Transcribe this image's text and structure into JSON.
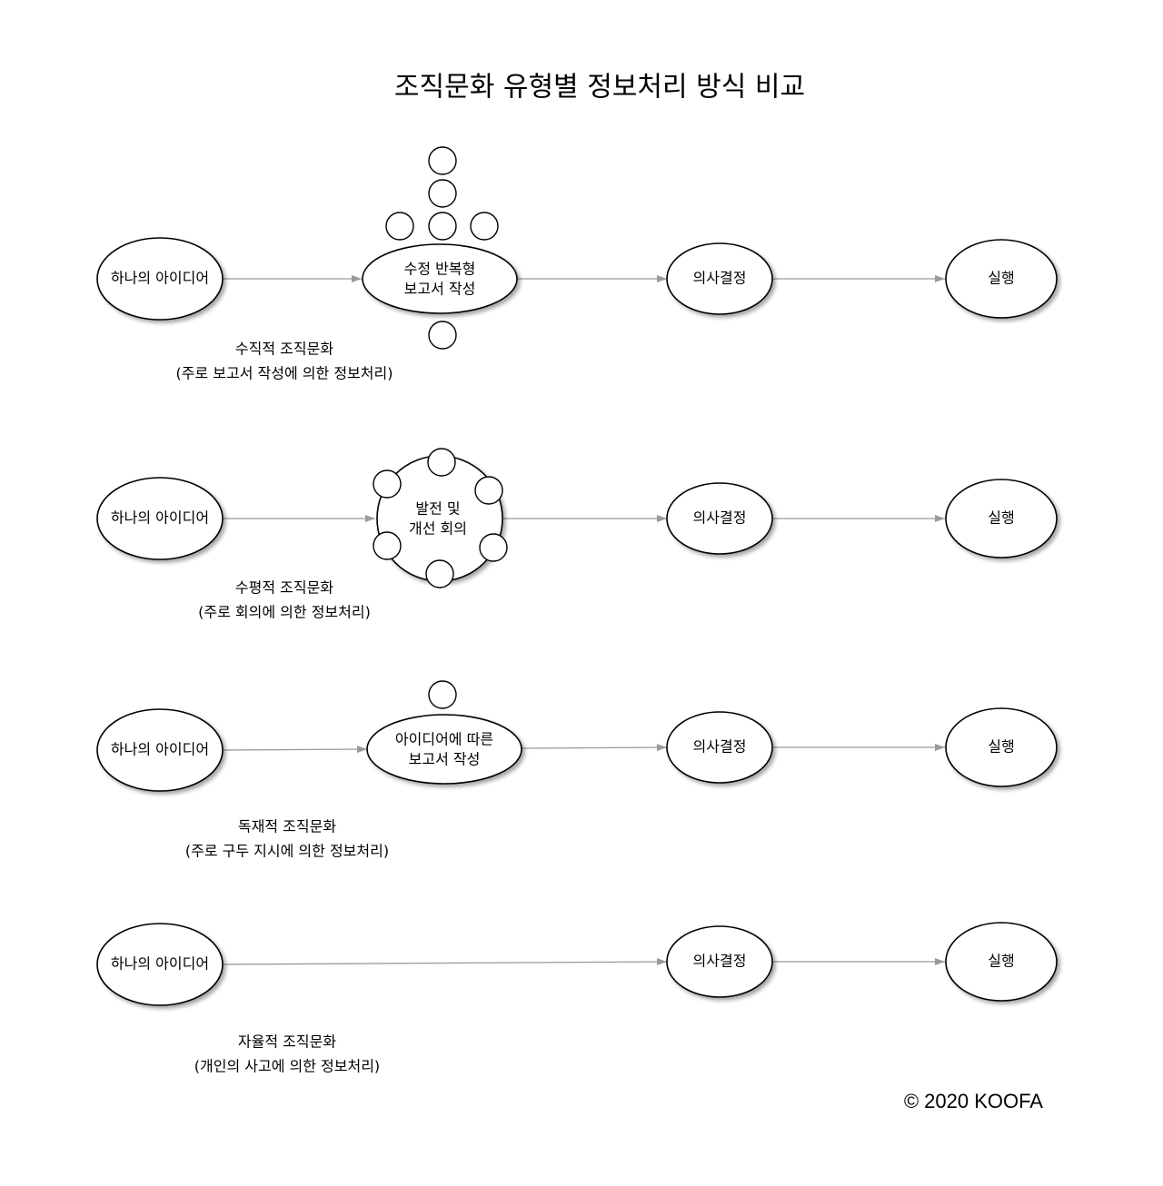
{
  "title": "조직문화 유형별 정보처리 방식 비교",
  "copyright": "© 2020 KOOFA",
  "rows": [
    {
      "idea": "하나의 아이디어",
      "process": [
        "수정 반복형",
        "보고서 작성"
      ],
      "decision": "의사결정",
      "execution": "실행",
      "caption": [
        "수직적 조직문화",
        "(주로 보고서 작성에 의한 정보처리)"
      ]
    },
    {
      "idea": "하나의 아이디어",
      "process": [
        "발전 및",
        "개선 회의"
      ],
      "decision": "의사결정",
      "execution": "실행",
      "caption": [
        "수평적 조직문화",
        "(주로 회의에 의한 정보처리)"
      ]
    },
    {
      "idea": "하나의 아이디어",
      "process": [
        "아이디어에 따른",
        "보고서 작성"
      ],
      "decision": "의사결정",
      "execution": "실행",
      "caption": [
        "독재적 조직문화",
        "(주로 구두 지시에 의한 정보처리)"
      ]
    },
    {
      "idea": "하나의 아이디어",
      "process": [],
      "decision": "의사결정",
      "execution": "실행",
      "caption": [
        "자율적 조직문화",
        "(개인의 사고에 의한 정보처리)"
      ]
    }
  ],
  "colors": {
    "line": "#9a9a9a",
    "stroke": "#000000",
    "fill": "#ffffff"
  }
}
